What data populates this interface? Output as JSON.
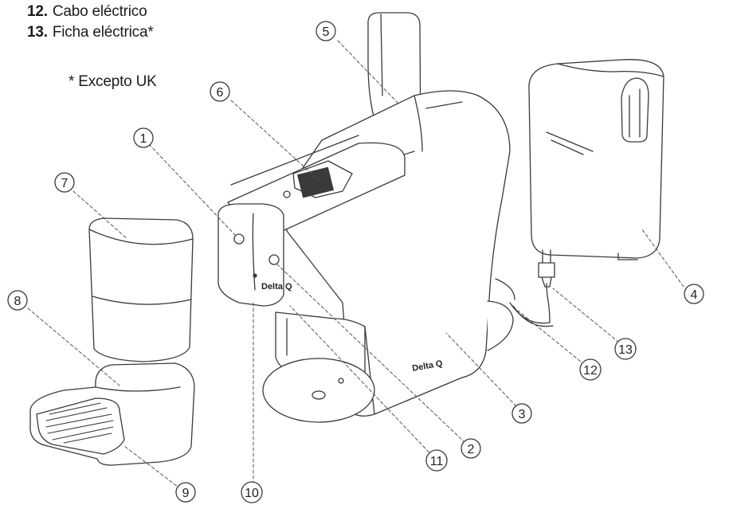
{
  "legend": [
    {
      "number": "12.",
      "label": "Cabo eléctrico"
    },
    {
      "number": "13.",
      "label": "Ficha eléctrica*"
    }
  ],
  "footnote": "* Excepto UK",
  "callouts": [
    "1",
    "2",
    "3",
    "4",
    "5",
    "6",
    "7",
    "8",
    "9",
    "10",
    "11",
    "12",
    "13"
  ],
  "brand_text": "Delta Q",
  "colors": {
    "line": "#3a3a3a",
    "dash": "#555555",
    "fill": "#ffffff"
  }
}
